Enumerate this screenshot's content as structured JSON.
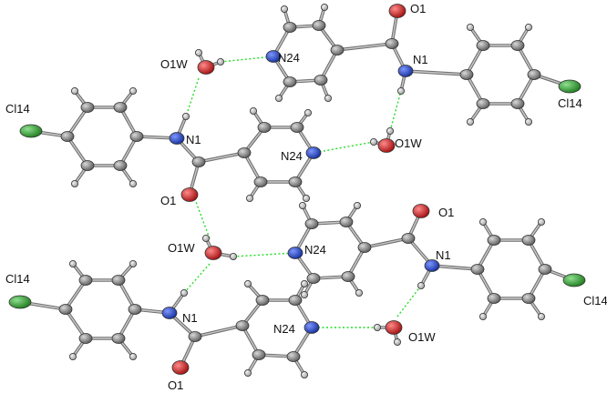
{
  "labels": {
    "o1": "O1",
    "o1w": "O1W",
    "n1": "N1",
    "n24": "N24",
    "cl14": "Cl14"
  },
  "colors": {
    "carbon": "#6e6e6e",
    "hydrogen": "#aaaaaa",
    "nitrogen": "#1c3fd0",
    "oxygen": "#d01818",
    "chlorine": "#2aa02a",
    "hbond": "#22dd22",
    "bond": "#6f6f6f"
  }
}
